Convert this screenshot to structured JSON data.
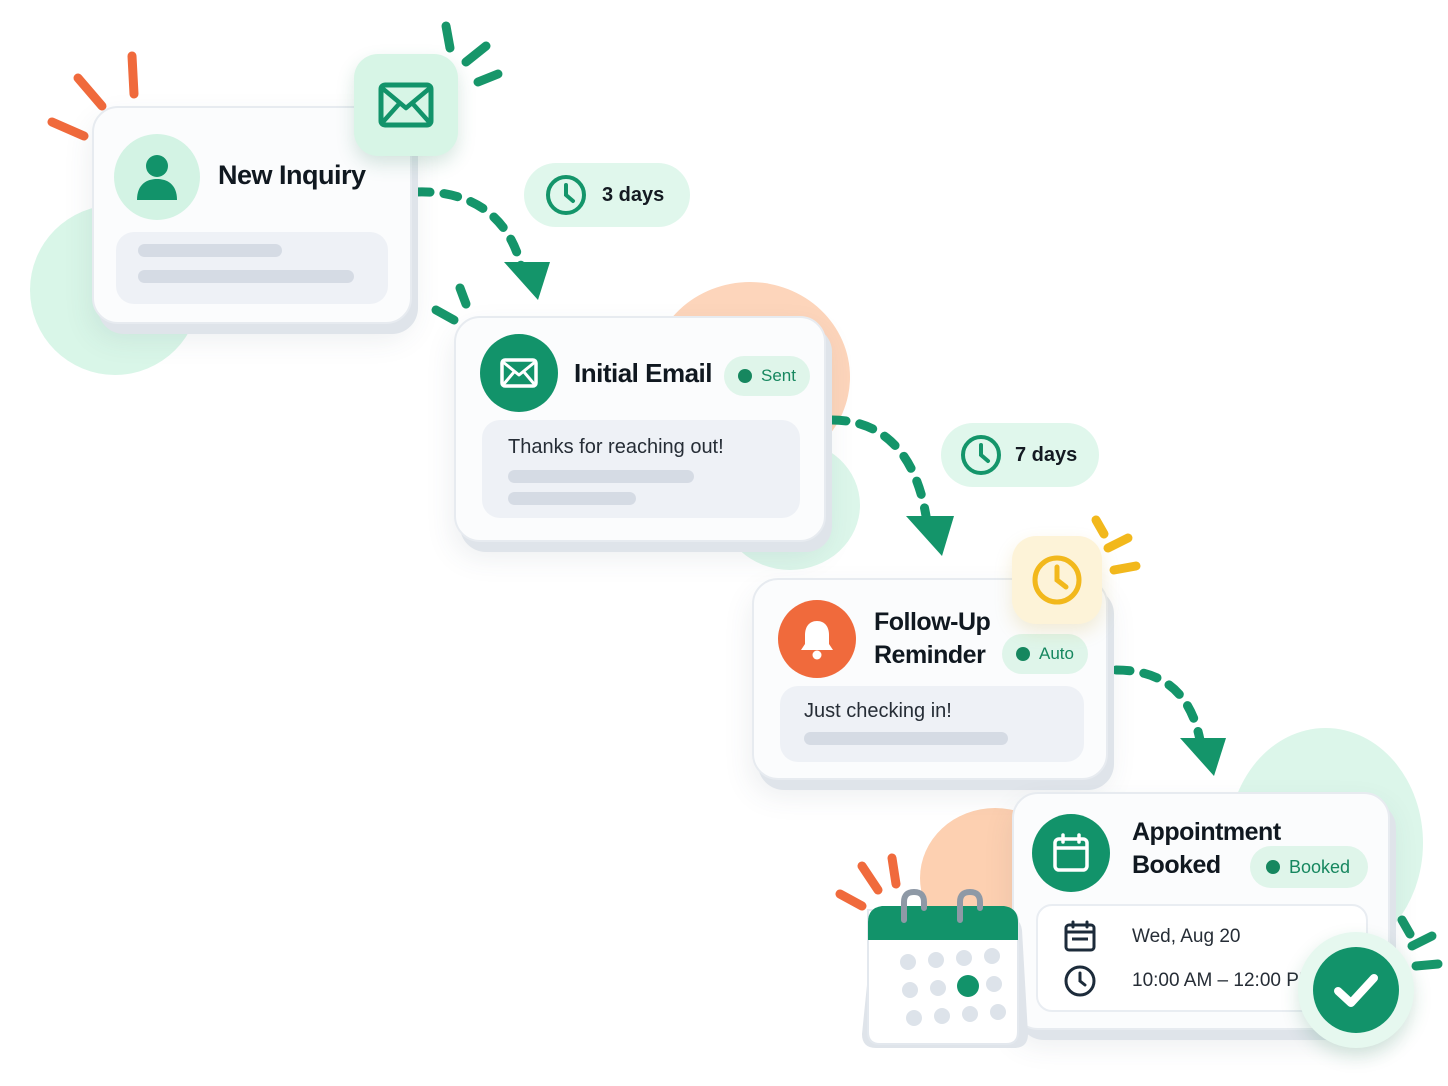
{
  "steps": [
    {
      "title": "New Inquiry"
    },
    {
      "title": "Initial Email",
      "status": "Sent",
      "message": "Thanks for reaching out!"
    },
    {
      "title_line1": "Follow-Up",
      "title_line2": "Reminder",
      "status": "Auto",
      "message": "Just checking in!"
    },
    {
      "title_line1": "Appointment",
      "title_line2": "Booked",
      "status": "Booked",
      "date": "Wed, Aug 20",
      "time": "10:00 AM – 12:00 PM"
    }
  ],
  "delays": [
    "3 days",
    "7 days"
  ],
  "colors": {
    "green": "#0f9467",
    "mint": "#d6f5e6",
    "orange": "#f06a3c",
    "yellow": "#f2b81c",
    "peach": "#fcc9a6"
  },
  "icons": [
    "user-icon",
    "envelope-icon",
    "clock-icon",
    "bell-icon",
    "calendar-icon",
    "check-icon"
  ]
}
